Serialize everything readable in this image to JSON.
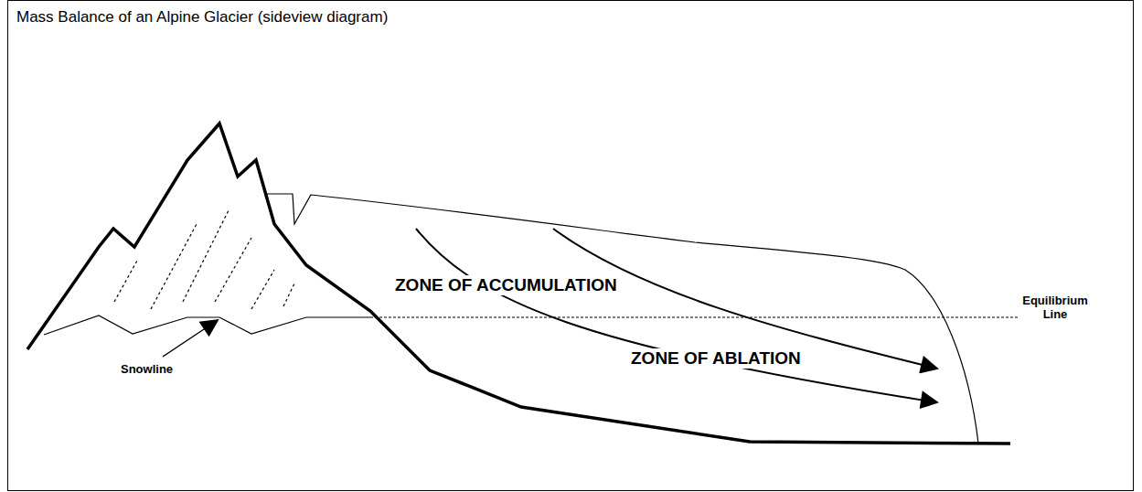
{
  "diagram": {
    "title": "Mass Balance of an Alpine Glacier (sideview diagram)",
    "labels": [
      "ZONE OF ACCUMULATION",
      "Equilibrium Line",
      "ZONE OF ABLATION",
      "Snowline"
    ]
  }
}
